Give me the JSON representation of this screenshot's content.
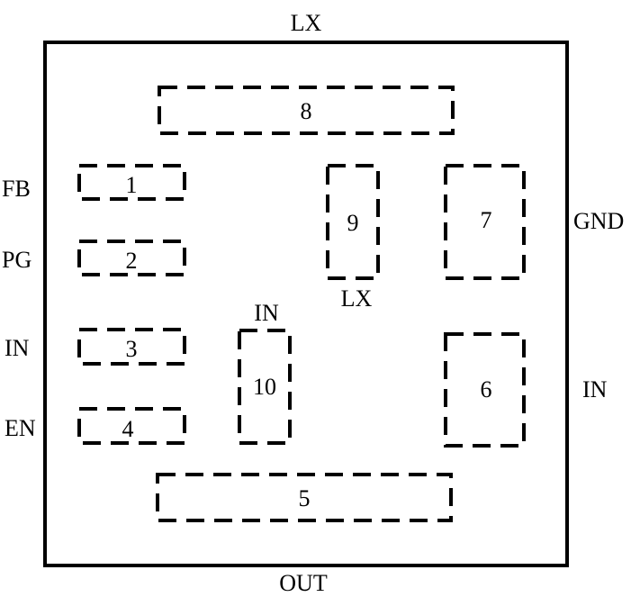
{
  "pins": {
    "top": "LX",
    "bottom": "OUT",
    "left": [
      "FB",
      "PG",
      "IN",
      "EN"
    ],
    "right": [
      "GND",
      "IN"
    ],
    "inner_lx": "LX",
    "inner_in": "IN"
  },
  "pads": {
    "p1": "1",
    "p2": "2",
    "p3": "3",
    "p4": "4",
    "p5": "5",
    "p6": "6",
    "p7": "7",
    "p8": "8",
    "p9": "9",
    "p10": "10"
  }
}
